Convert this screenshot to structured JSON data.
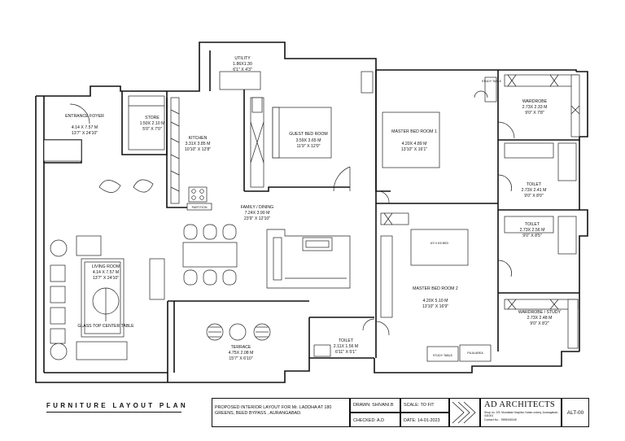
{
  "drawing": {
    "title": "FURNITURE LAYOUT PLAN"
  },
  "rooms": {
    "utility": {
      "name": "UTILITY",
      "size_m": "1.86X1.30",
      "size_ft": "6'1\" X 4'3\""
    },
    "entrance": {
      "name": "ENTRANCE FOYER",
      "size_m": "4.14 X 7.57 M",
      "size_ft": "13'7\" X 24'10\""
    },
    "store": {
      "name": "STORE",
      "size_m": "1.50X 2.10 M",
      "size_ft": "5'0\" X 7'0\""
    },
    "kitchen": {
      "name": "KITCHEN",
      "size_m": "3.31X 3.85 M",
      "size_ft": "10'10\" X 12'8\""
    },
    "guest_bed": {
      "name": "GUEST BED ROOM",
      "size_m": "3.59X 3.65 M",
      "size_ft": "11'9\" X 12'0\""
    },
    "master_bed_1": {
      "name": "MASTER BED ROOM 1",
      "size_m": "4.20X 4.89 M",
      "size_ft": "13'10\" X 16'1\""
    },
    "wardrobe": {
      "name": "WARDROBE",
      "size_m": "2.73X 2.33 M",
      "size_ft": "9'0\" X 7'8\""
    },
    "toilet_1": {
      "name": "TOILET",
      "size_m": "2.73X 2.41 M",
      "size_ft": "9'0\" X 8'0\""
    },
    "toilet_2": {
      "name": "TOILET",
      "size_m": "2.73X 2.56 M",
      "size_ft": "9'0\" X 8'5\""
    },
    "family_dining": {
      "name": "FAMILY / DINING",
      "size_m": "7.24X 3.90 M",
      "size_ft": "23'9\" X 12'10\""
    },
    "living": {
      "name": "LIVING ROOM",
      "size_m": "4.14 X 7.57 M",
      "size_ft": "13'7\" X 24'10\""
    },
    "master_bed_2": {
      "name": "MASTER BED ROOM 2",
      "size_m": "4.20X 5.10 M",
      "size_ft": "13'10\" X 16'9\""
    },
    "wardrobe_study": {
      "name": "WARDROBE / STUDY",
      "size_m": "2.73X 2.48 M",
      "size_ft": "9'0\" X 8'2\""
    },
    "terrace": {
      "name": "TERRACE",
      "size_m": "4.75X 2.08 M",
      "size_ft": "15'7\" X 6'10\""
    },
    "toilet_3": {
      "name": "TOILET",
      "size_m": "2.11X 1.56 M",
      "size_ft": "6'11\" X 5'1\""
    }
  },
  "annotations": {
    "partition": "PARTITION",
    "glass_table": "GLASS TOP CENTER TABLE",
    "study_table": "STUDY TABLE",
    "study_table_2": "STUDY TABLE",
    "bed_label": "6'0 X 6'6 BED",
    "puja": "PUJA AREA"
  },
  "title_block": {
    "project": "PROPOSED INTERIOR LAYOUT FOR Mr. LADDHA AT 180 GREENS, BEED BYPASS , AURANGABAD.",
    "drawn": "DRAWN: SHIVANI.B",
    "checked": "CHECKED: A.D",
    "scale": "SCALE: TO FIT",
    "date": "DATE: 14-01-2023",
    "firm": "AD ARCHITECTS",
    "firm_address": "Shop no. 2/5, Mundada Hospital, Nutan colony, Aurangabad - 431001",
    "firm_contact": "Contact No. : 9595345345",
    "sheet": "ALT-00"
  }
}
